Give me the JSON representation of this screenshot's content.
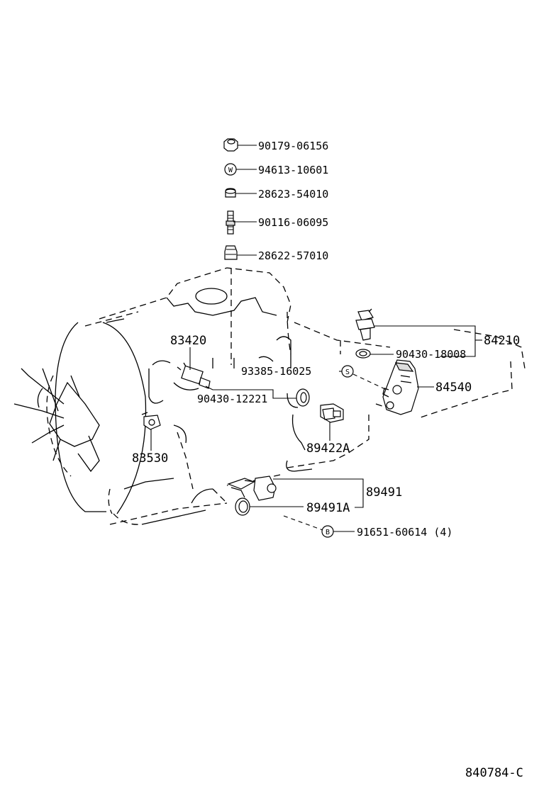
{
  "diagram": {
    "part_labels": {
      "p90179": "90179-06156",
      "p94613": "94613-10601",
      "p28623": "28623-54010",
      "p90116": "90116-06095",
      "p28622": "28622-57010",
      "p83420": "83420",
      "p84210": "84210",
      "p90430_18008": "90430-18008",
      "p93385": "93385-16025",
      "p84540": "84540",
      "p90430_12221": "90430-12221",
      "p89422A": "89422A",
      "p83530": "83530",
      "p89491": "89491",
      "p89491A": "89491A",
      "p91651": "91651-60614 (4)"
    },
    "symbols": {
      "washer": "W",
      "screw": "S",
      "bolt": "B"
    },
    "figure_code": "840784-C"
  }
}
